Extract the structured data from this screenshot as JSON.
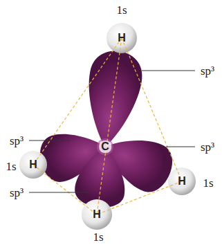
{
  "diagram": {
    "labels": [
      "1s",
      "H",
      "sp³",
      "sp³",
      "C",
      "sp³",
      "1s",
      "H",
      "H",
      "1s",
      "sp³",
      "H",
      "1s"
    ]
  }
}
